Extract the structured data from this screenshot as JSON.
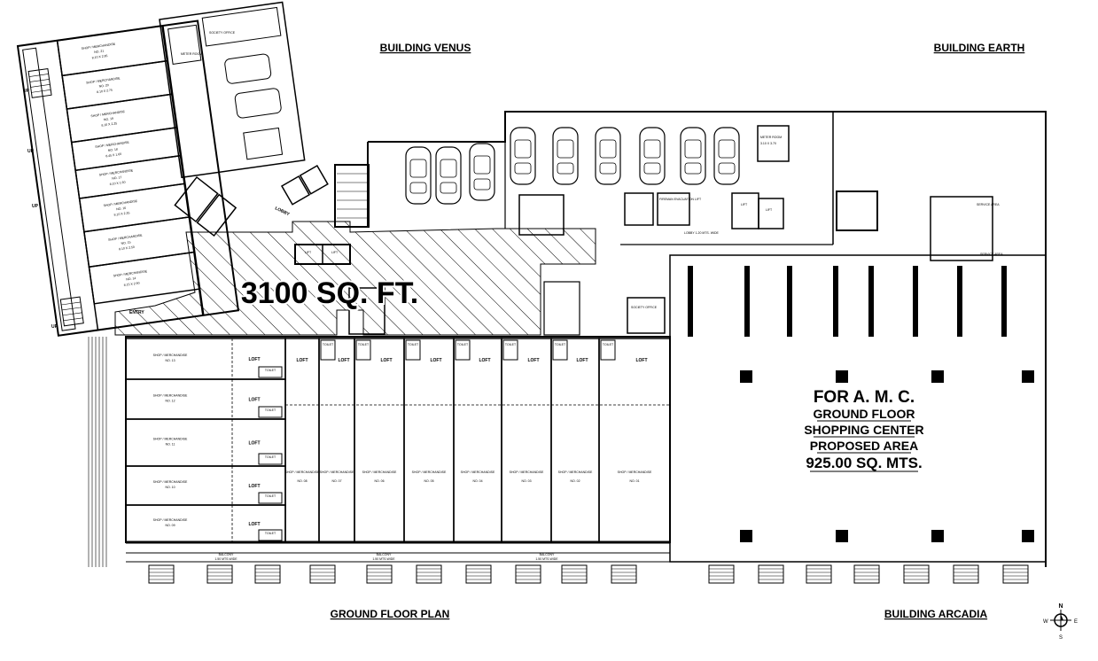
{
  "titles": {
    "building_venus": "BUILDING VENUS",
    "building_earth": "BUILDING EARTH",
    "building_arcadia": "BUILDING ARCADIA",
    "ground_floor_plan": "GROUND FLOOR PLAN"
  },
  "area_label": "3100 SQ. FT.",
  "amc": {
    "line1": "FOR A. M. C.",
    "line2": "GROUND FLOOR",
    "line3": "SHOPPING CENTER",
    "line4": "PROPOSED AREA",
    "line5": "925.00 SQ. MTS."
  },
  "compass": {
    "n": "N",
    "s": "S",
    "e": "E",
    "w": "W"
  },
  "left_shops": [
    {
      "name": "SHOP / MERCHANDISE",
      "no": "NO. 13",
      "loft": "LOFT"
    },
    {
      "name": "SHOP / MERCHANDISE",
      "no": "NO. 12",
      "loft": "LOFT"
    },
    {
      "name": "SHOP / MERCHANDISE",
      "no": "NO. 11",
      "loft": "LOFT"
    },
    {
      "name": "SHOP / MERCHANDISE",
      "no": "NO. 10",
      "loft": "LOFT"
    },
    {
      "name": "SHOP / MERCHANDISE",
      "no": "NO. 09",
      "loft": "LOFT"
    }
  ],
  "row_shops": [
    {
      "name": "SHOP / MERCHANDISE",
      "no": "NO. 08",
      "loft": "LOFT"
    },
    {
      "name": "SHOP / MERCHANDISE",
      "no": "NO. 07",
      "loft": "LOFT"
    },
    {
      "name": "SHOP / MERCHANDISE",
      "no": "NO. 06",
      "loft": "LOFT"
    },
    {
      "name": "SHOP / MERCHANDISE",
      "no": "NO. 05",
      "loft": "LOFT"
    },
    {
      "name": "SHOP / MERCHANDISE",
      "no": "NO. 04",
      "loft": "LOFT"
    },
    {
      "name": "SHOP / MERCHANDISE",
      "no": "NO. 03",
      "loft": "LOFT"
    },
    {
      "name": "SHOP / MERCHANDISE",
      "no": "NO. 02",
      "loft": "LOFT"
    },
    {
      "name": "SHOP / MERCHANDISE",
      "no": "NO. 01",
      "loft": "LOFT"
    }
  ],
  "angled_shops": [
    {
      "name": "SHOP / MERCHANDISE",
      "no": "NO. 21",
      "dim": "8.10 X 2.85"
    },
    {
      "name": "SHOP / MERCHANDISE",
      "no": "NO. 20",
      "dim": "8.10 X 2.75"
    },
    {
      "name": "SHOP / MERCHANDISE",
      "no": "NO. 19",
      "dim": "8.10 X 2.25"
    },
    {
      "name": "SHOP / MERCHANDISE",
      "no": "NO. 18",
      "dim": "8.45 X 1.60"
    },
    {
      "name": "SHOP / MERCHANDISE",
      "no": "NO. 17",
      "dim": "8.10 X 1.60"
    },
    {
      "name": "SHOP / MERCHANDISE",
      "no": "NO. 16",
      "dim": "8.10 X 2.35"
    },
    {
      "name": "SHOP / MERCHANDISE",
      "no": "NO. 15",
      "dim": "8.10 X 2.50"
    },
    {
      "name": "SHOP / MERCHANDISE",
      "no": "NO. 14",
      "dim": "8.15 X 2.90"
    }
  ],
  "toilet": "TOILET",
  "balconies": [
    {
      "label": "BALCONY",
      "dim": "1.50 MTS.WIDE"
    },
    {
      "label": "BALCONY",
      "dim": "1.50 MTS.WIDE"
    },
    {
      "label": "BALCONY",
      "dim": "1.50 MTS.WIDE"
    }
  ],
  "rooms": {
    "meter_room": "METER ROOM",
    "meter_room_dim": "3.10 X 3.70",
    "meter_room_top": "METER ROOM",
    "society_office_top": "SOCIETY OFFICE",
    "society_office": "SOCIETY OFFICE",
    "lift": "LIFT",
    "entry": "ENTRY",
    "lobby": "LOBBY",
    "lobby_earth": "LOBBY 1.20 MTS. WIDE",
    "service_area": "SERVICE AREA",
    "fireman_lift": "FIREMAN EVACUATION LIFT",
    "up": "UP"
  }
}
